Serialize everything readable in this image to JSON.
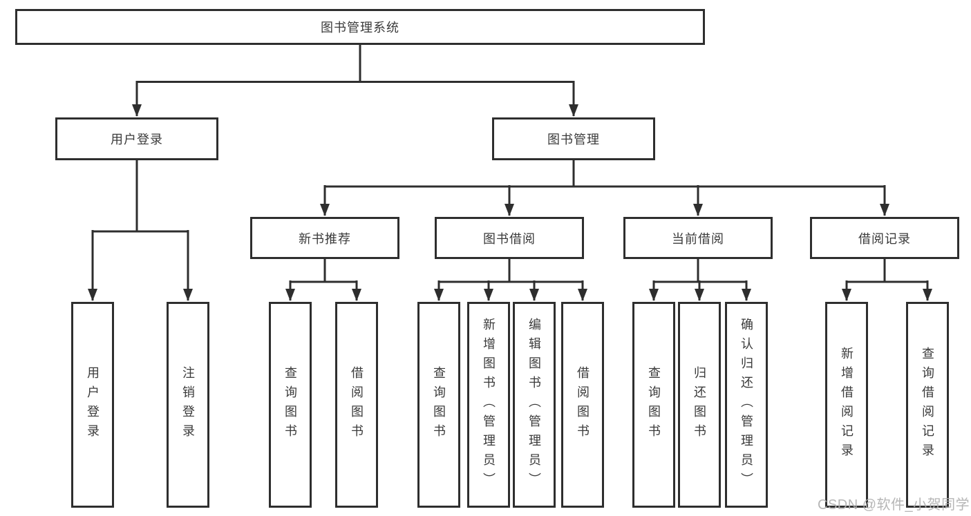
{
  "colors": {
    "border": "#2e2e2e",
    "text": "#3a3a3a",
    "background": "#ffffff",
    "watermark": "#b0b0b0"
  },
  "tree": {
    "root": "图书管理系统",
    "branches": [
      {
        "label": "用户登录",
        "children": [
          "用户登录",
          "注销登录"
        ]
      },
      {
        "label": "图书管理",
        "groups": [
          {
            "label": "新书推荐",
            "children": [
              "查询图书",
              "借阅图书"
            ]
          },
          {
            "label": "图书借阅",
            "children": [
              "查询图书",
              "新增图书（管理员）",
              "编辑图书（管理员）",
              "借阅图书"
            ]
          },
          {
            "label": "当前借阅",
            "children": [
              "查询图书",
              "归还图书",
              "确认归还（管理员）"
            ]
          },
          {
            "label": "借阅记录",
            "children": [
              "新增借阅记录",
              "查询借阅记录"
            ]
          }
        ]
      }
    ]
  },
  "watermark": {
    "text": "CSDN @软件_小贺同学"
  }
}
